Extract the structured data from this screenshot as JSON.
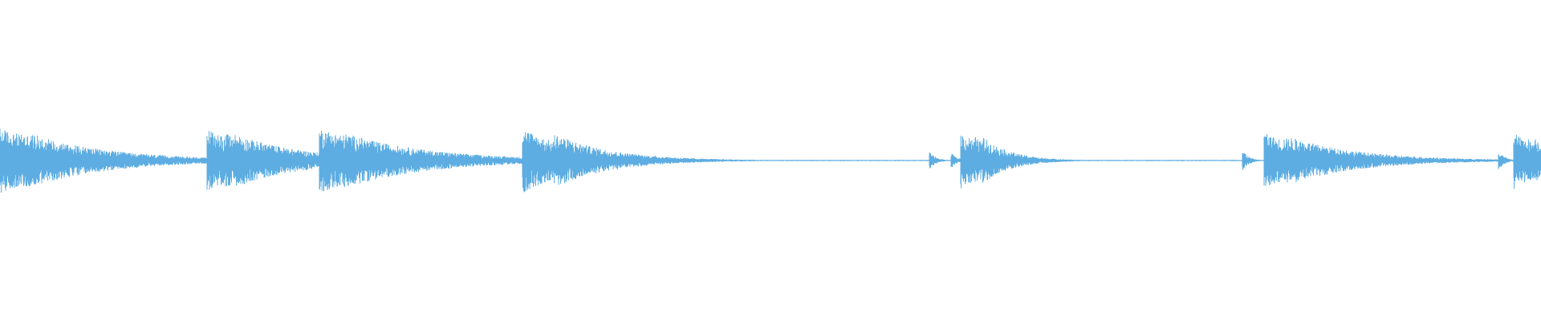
{
  "waveform": {
    "color": "#5dade2",
    "background": "#ffffff",
    "amplitude_range": [
      -1,
      1
    ],
    "noise_floor": 0.012,
    "onsets": [
      {
        "t": 0.0,
        "peak": 0.62,
        "decay": 0.052,
        "cluster": [
          0.0,
          0.007,
          0.013,
          0.018
        ]
      },
      {
        "t": 0.134,
        "peak": 0.6,
        "decay": 0.045,
        "cluster": [
          0.0,
          0.012,
          0.018
        ]
      },
      {
        "t": 0.207,
        "peak": 0.62,
        "decay": 0.055,
        "cluster": [
          0.0,
          0.011,
          0.016
        ]
      },
      {
        "t": 0.339,
        "peak": 0.62,
        "decay": 0.036,
        "cluster": [
          0.0,
          0.006,
          0.02
        ]
      },
      {
        "t": 0.603,
        "peak": 0.18,
        "decay": 0.004,
        "cluster": [
          0.0
        ]
      },
      {
        "t": 0.617,
        "peak": 0.15,
        "decay": 0.004,
        "cluster": [
          0.0
        ]
      },
      {
        "t": 0.623,
        "peak": 0.55,
        "decay": 0.018,
        "cluster": [
          0.0,
          0.005,
          0.009,
          0.014
        ]
      },
      {
        "t": 0.806,
        "peak": 0.22,
        "decay": 0.004,
        "cluster": [
          0.0
        ]
      },
      {
        "t": 0.82,
        "peak": 0.52,
        "decay": 0.045,
        "cluster": [
          0.0,
          0.006,
          0.013,
          0.018
        ]
      },
      {
        "t": 0.972,
        "peak": 0.2,
        "decay": 0.004,
        "cluster": [
          0.0
        ]
      },
      {
        "t": 0.982,
        "peak": 0.55,
        "decay": 0.02,
        "cluster": [
          0.0,
          0.007,
          0.013
        ]
      }
    ]
  }
}
